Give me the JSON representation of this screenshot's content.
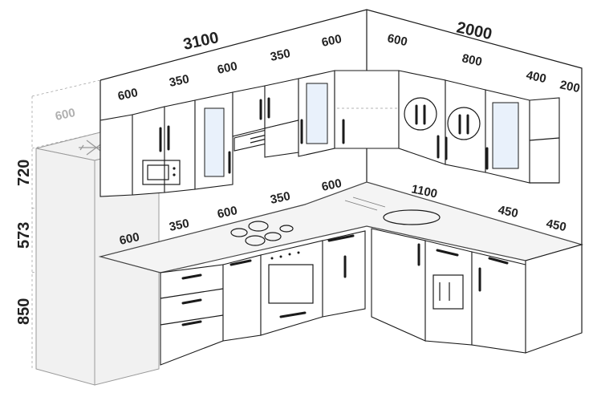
{
  "dimensions": {
    "upper_left_total": "3100",
    "upper_right_total": "2000",
    "upper_left_segments": [
      "600",
      "350",
      "600",
      "350",
      "600"
    ],
    "upper_right_segments": [
      "600",
      "800",
      "400",
      "200"
    ],
    "fridge_depth": "600",
    "counter_left_segments": [
      "600",
      "350",
      "600",
      "350",
      "600"
    ],
    "counter_right_segments": [
      "1100",
      "450",
      "450"
    ],
    "heights": [
      "720",
      "573",
      "850"
    ]
  },
  "colors": {
    "line": "#1a1a1a",
    "glass": "#e9f1fb",
    "counter": "#f4f4f4",
    "fridge": "#f1f1f1"
  },
  "icons": [
    "snowflake-icon",
    "microwave-icon",
    "range-hood-icon",
    "cooktop-icon",
    "oven-icon",
    "cutlery-icon",
    "dishwasher-icon"
  ]
}
